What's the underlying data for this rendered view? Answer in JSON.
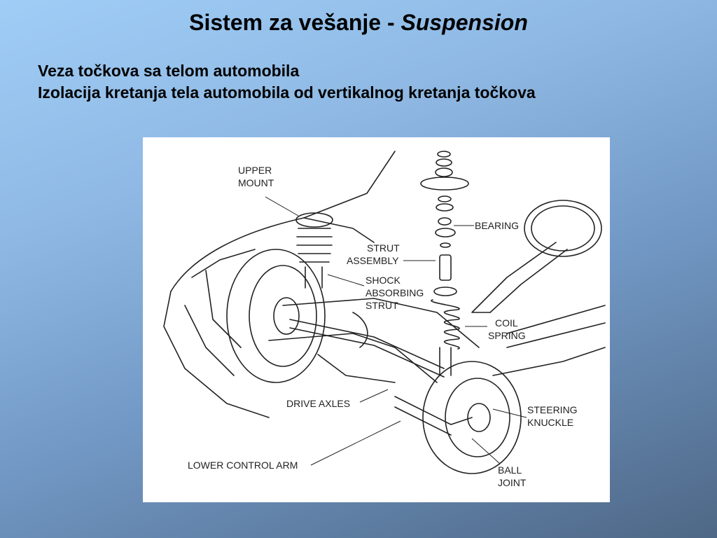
{
  "slide": {
    "title_main": "Sistem za vešanje - ",
    "title_italic": "Suspension",
    "bullets": [
      "Veza točkova sa telom automobila",
      "Izolacija kretanja tela automobila od vertikalnog kretanja točkova"
    ]
  },
  "diagram": {
    "labels": {
      "upper_mount_1": "UPPER",
      "upper_mount_2": "MOUNT",
      "bearing": "BEARING",
      "strut_assembly_1": "STRUT",
      "strut_assembly_2": "ASSEMBLY",
      "shock_1": "SHOCK",
      "shock_2": "ABSORBING",
      "shock_3": "STRUT",
      "coil_1": "COIL",
      "coil_2": "SPRING",
      "drive_axles": "DRIVE AXLES",
      "steering_1": "STEERING",
      "steering_2": "KNUCKLE",
      "lower_control_arm": "LOWER CONTROL ARM",
      "ball_1": "BALL",
      "ball_2": "JOINT"
    }
  }
}
